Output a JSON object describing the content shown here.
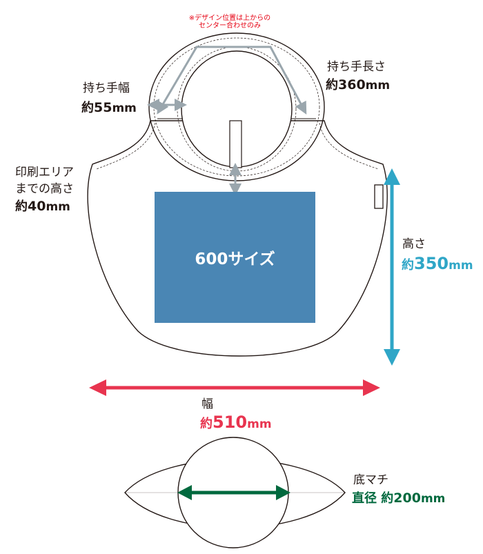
{
  "note": {
    "line1": "※デザイン位置は上からの",
    "line2": "センター合わせのみ"
  },
  "handle_width": {
    "label": "持ち手幅",
    "approx": "約",
    "value": "55",
    "unit": "mm"
  },
  "handle_length": {
    "label": "持ち手長さ",
    "approx": "約",
    "value": "360",
    "unit": "mm"
  },
  "print_distance": {
    "line1": "印刷エリア",
    "line2": "までの高さ",
    "approx": "約",
    "value": "40",
    "unit": "mm"
  },
  "print_area": {
    "label": "600サイズ"
  },
  "height": {
    "label": "高さ",
    "approx": "約",
    "value": "350",
    "unit": "mm"
  },
  "width": {
    "label": "幅",
    "approx": "約",
    "value": "510",
    "unit": "mm"
  },
  "bottom_gusset": {
    "label": "底マチ",
    "prefix": "直径 約",
    "value": "200",
    "unit": "mm"
  },
  "colors": {
    "outline": "#231815",
    "print_area": "#4a86b4",
    "height_arrow": "#2fa6c7",
    "width_arrow": "#e8344f",
    "gusset_arrow": "#00693e",
    "guide_arrow": "#9aa6ad",
    "note": "#e60012"
  }
}
